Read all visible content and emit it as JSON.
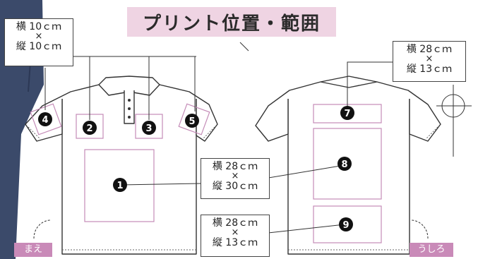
{
  "title": "プリント位置・範囲",
  "size_boxes": {
    "sleeve_chest": {
      "width": "横 10ｃｍ",
      "times": "×",
      "height": "縦 10ｃｍ"
    },
    "front_body": {
      "width": "横 28ｃｍ",
      "times": "×",
      "height": "縦 30ｃｍ"
    },
    "back_hem": {
      "width": "横 28ｃｍ",
      "times": "×",
      "height": "縦 13ｃｍ"
    },
    "back_neck": {
      "width": "横 28ｃｍ",
      "times": "×",
      "height": "縦 13ｃｍ"
    }
  },
  "markers": [
    "1",
    "2",
    "3",
    "4",
    "5",
    "7",
    "8",
    "9"
  ],
  "labels": {
    "front": "まえ",
    "back": "うしろ"
  },
  "colors": {
    "print_area": "#c48bb7",
    "title_bg": "#efd4e3",
    "tag_bg": "#c98ab8",
    "marker": "#111111",
    "person": "#3b4a6a"
  }
}
